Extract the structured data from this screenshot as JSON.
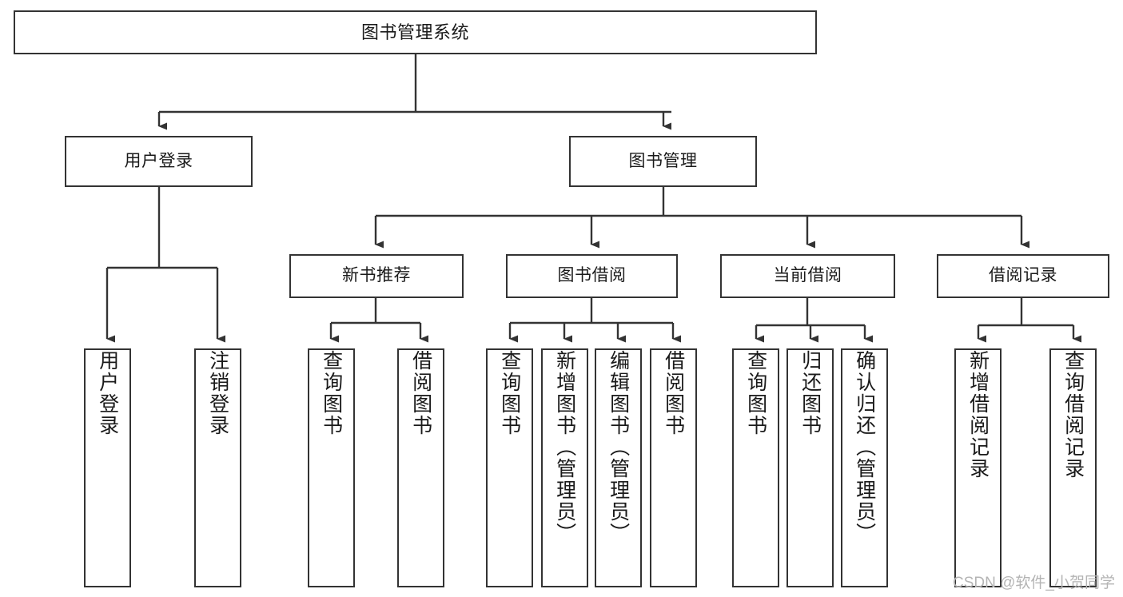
{
  "diagram": {
    "title": "图书管理系统",
    "type": "hierarchy-tree",
    "colors": {
      "box_border": "#333333",
      "box_fill": "#ffffff",
      "connector": "#333333",
      "text": "#1a1a1a",
      "watermark": "#b4b4b4"
    },
    "nodes": {
      "root": {
        "label": "图书管理系统"
      },
      "level2": [
        {
          "label": "用户登录"
        },
        {
          "label": "图书管理"
        }
      ],
      "level3": [
        {
          "label": "新书推荐"
        },
        {
          "label": "图书借阅"
        },
        {
          "label": "当前借阅"
        },
        {
          "label": "借阅记录"
        }
      ],
      "leaves_user_login": [
        {
          "label": "用户登录"
        },
        {
          "label": "注销登录"
        }
      ],
      "leaves_new_book": [
        {
          "label": "查询图书"
        },
        {
          "label": "借阅图书"
        }
      ],
      "leaves_borrow": [
        {
          "label": "查询图书"
        },
        {
          "label": "新增图书（管理员）"
        },
        {
          "label": "编辑图书（管理员）"
        },
        {
          "label": "借阅图书"
        }
      ],
      "leaves_current": [
        {
          "label": "查询图书"
        },
        {
          "label": "归还图书"
        },
        {
          "label": "确认归还（管理员）"
        }
      ],
      "leaves_records": [
        {
          "label": "新增借阅记录"
        },
        {
          "label": "查询借阅记录"
        }
      ]
    },
    "watermark": "CSDN @软件_小贺同学"
  }
}
